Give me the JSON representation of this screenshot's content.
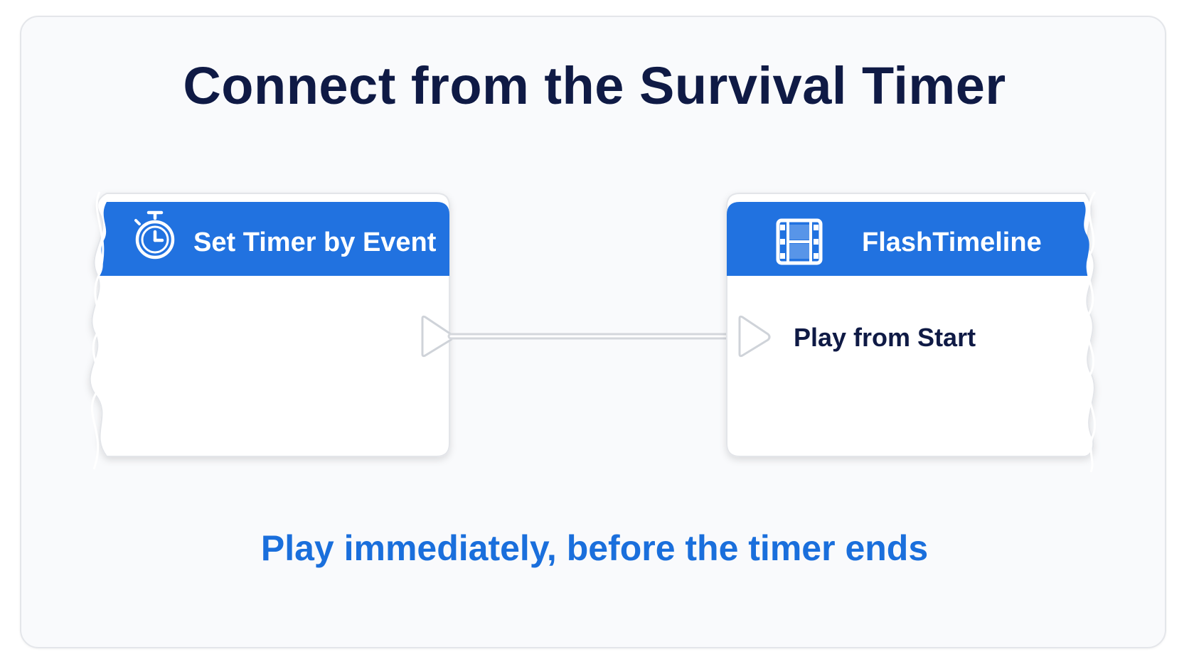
{
  "title": "Connect from the Survival Timer",
  "subtitle": "Play immediately, before the timer ends",
  "colors": {
    "header": "#2172e0",
    "title": "#0f1a45",
    "subtitle": "#1a6fdc",
    "node_body": "#ffffff",
    "wire": "#d4d7dc"
  },
  "nodes": [
    {
      "title": "Set Timer by Event",
      "icon": "stopwatch-icon",
      "pins": []
    },
    {
      "title": "FlashTimeline",
      "icon": "film-strip-icon",
      "pins": [
        {
          "label": "Play from Start"
        }
      ]
    }
  ]
}
